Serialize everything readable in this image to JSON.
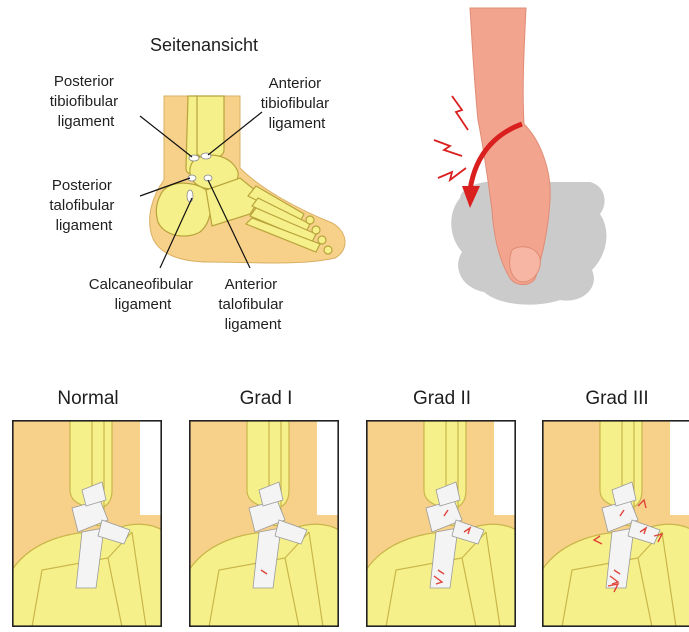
{
  "side_view": {
    "title": "Seitenansicht",
    "labels": {
      "posterior_tibiofibular": [
        "Posterior",
        "tibiofibular",
        "ligament"
      ],
      "anterior_tibiofibular": [
        "Anterior",
        "tibiofibular",
        "ligament"
      ],
      "posterior_talofibular": [
        "Posterior",
        "talofibular",
        "ligament"
      ],
      "calcaneofibular": [
        "Calcaneofibular",
        "ligament"
      ],
      "anterior_talofibular": [
        "Anterior",
        "talofibular",
        "ligament"
      ]
    }
  },
  "grades": [
    "Normal",
    "Grad I",
    "Grad II",
    "Grad III"
  ],
  "colors": {
    "skin": "#f7d08a",
    "bone": "#f6f08a",
    "bone_outline": "#c9b64a",
    "ligament": "#f4f4f4",
    "tear": "#e0433a",
    "leg": "#f2a48f",
    "shadow": "#c9c9c9",
    "arrow": "#d9201f",
    "frame": "#222222"
  }
}
